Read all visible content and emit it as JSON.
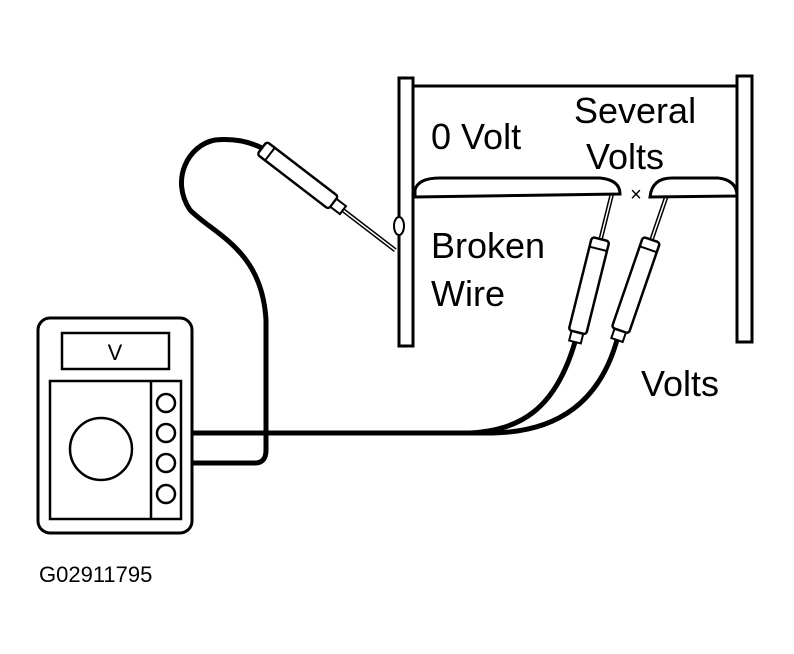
{
  "labels": {
    "zero_volt": "0 Volt",
    "several_volts_line1": "Several",
    "several_volts_line2": "Volts",
    "broken_line1": "Broken",
    "broken_line2": "Wire",
    "volts": "Volts",
    "break_mark": "×",
    "meter_display": "V",
    "figure_id": "G02911795"
  },
  "colors": {
    "line": "#000000",
    "background": "#ffffff"
  }
}
